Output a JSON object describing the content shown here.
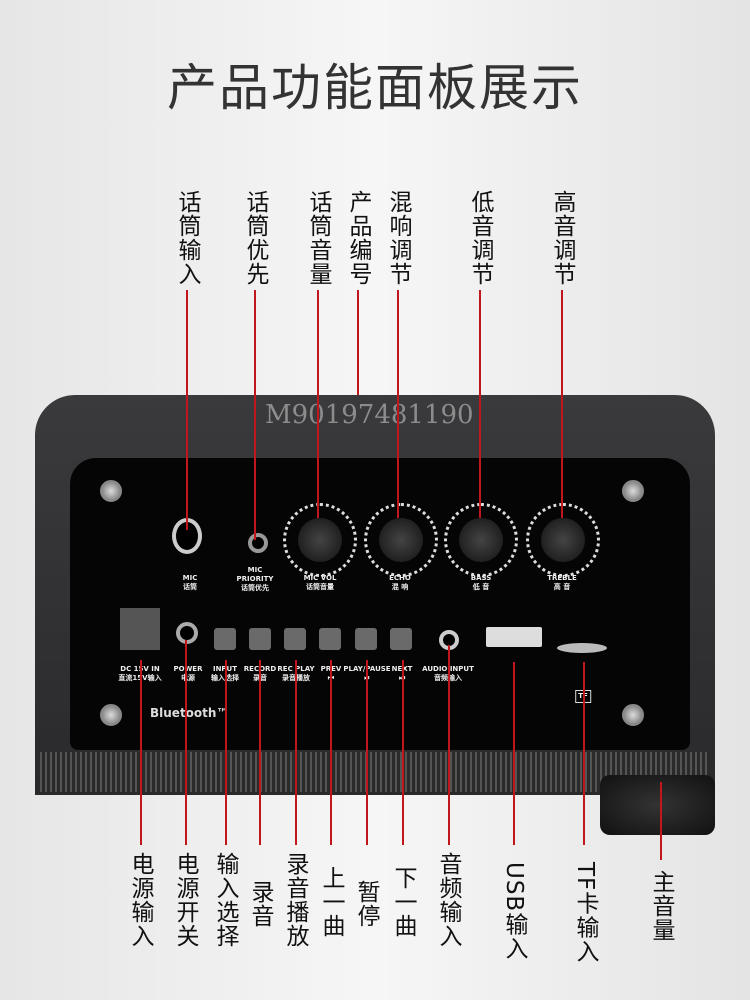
{
  "title": "产品功能面板展示",
  "serial_number": "M90197481190",
  "top_labels": [
    "话筒输入",
    "话筒优先",
    "话筒音量",
    "产品编号",
    "混响调节",
    "低音调节",
    "高音调节"
  ],
  "bottom_labels": [
    "电源输入",
    "电源开关",
    "输入选择",
    "录音",
    "录音播放",
    "上一曲",
    "暂停",
    "下一曲",
    "音频输入",
    "USB输入",
    "TF卡输入",
    "主音量"
  ],
  "panel_labels": {
    "mic": "MIC\n话筒",
    "mic_priority": "MIC\nPRIORITY\n话筒优先",
    "mic_vol": "MIC VOL\n话筒音量",
    "echo": "ECHO\n混 响",
    "bass": "BASS\n低 音",
    "treble": "TREBLE\n高 音",
    "dc": "DC 15V IN\n直流15V输入",
    "power": "POWER\n电源",
    "input": "INPUT\n输入选择",
    "record": "RECORD\n录音",
    "rec_play": "REC PLAY\n录音播放",
    "prev": "PREV\n⏮",
    "play_pause": "PLAY/PAUSE\n⏯",
    "next": "NEXT\n⏭",
    "audio_input": "AUDIO INPUT\n音频输入",
    "tf": "TF"
  },
  "bluetooth": "Bluetooth™",
  "line_color": "#c0161c"
}
